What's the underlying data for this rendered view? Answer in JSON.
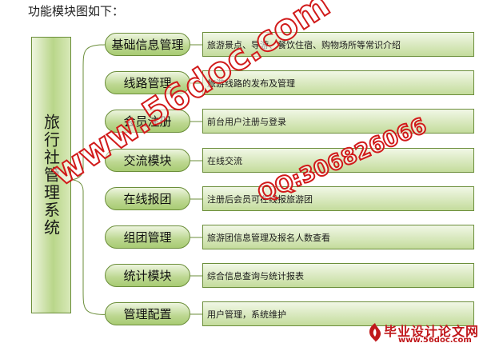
{
  "caption": "功能模块图如下：",
  "root": {
    "label": "旅行社管理系统"
  },
  "modules": [
    {
      "name": "基础信息管理",
      "desc": "旅游景点、导游、餐饮住宿、购物场所等常识介绍"
    },
    {
      "name": "线路管理",
      "desc": "旅游线路的发布及管理"
    },
    {
      "name": "会员注册",
      "desc": "前台用户注册与登录"
    },
    {
      "name": "交流模块",
      "desc": "在线交流"
    },
    {
      "name": "在线报团",
      "desc": "注册后会员可在线报旅游团"
    },
    {
      "name": "组团管理",
      "desc": "旅游团信息管理及报名人数查看"
    },
    {
      "name": "统计模块",
      "desc": "综合信息查询与统计报表"
    },
    {
      "name": "管理配置",
      "desc": "用户管理，系统维护"
    }
  ],
  "watermark": {
    "site": "www.56doc.com",
    "qq": "QQ:306826066"
  },
  "logo": {
    "text": "毕业设计论文网",
    "url": "www.56doc.com"
  },
  "colors": {
    "stroke": "#6b8e3a",
    "fill": "#b9d68a",
    "watermark": "#d11a1a"
  }
}
